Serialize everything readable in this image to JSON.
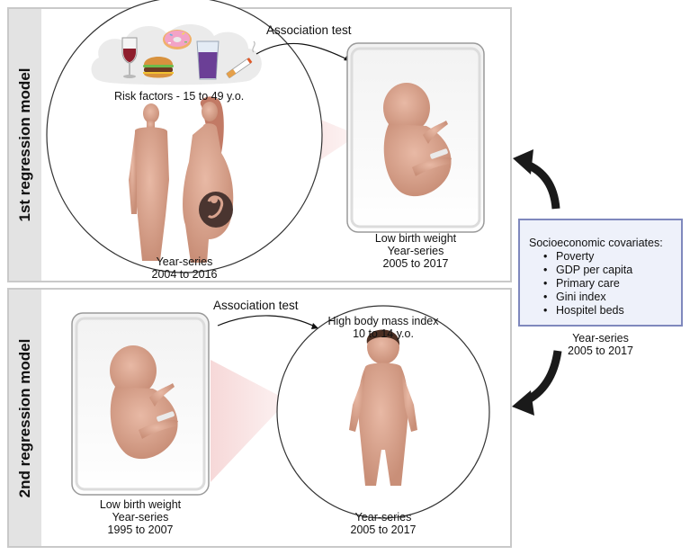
{
  "panel1": {
    "side_label": "1st regression model",
    "association_label": "Association test",
    "risk_label": "Risk factors - 15 to 49 y.o.",
    "left_years_label": "Year-series",
    "left_years_range": "2004 to 2016",
    "right_title": "Low birth weight",
    "right_years_label": "Year-series",
    "right_years_range": "2005 to 2017"
  },
  "panel2": {
    "side_label": "2nd regression model",
    "association_label": "Association test",
    "left_title": "Low birth weight",
    "left_years_label": "Year-series",
    "left_years_range": "1995 to 2007",
    "bmi_title": "High body mass index",
    "bmi_age": "10 to 14 y.o.",
    "right_years_label": "Year-series",
    "right_years_range": "2005 to 2017"
  },
  "covariates": {
    "title": "Socioeconomic covariates:",
    "items": [
      "Poverty",
      "GDP per capita",
      "Primary care",
      "Gini index",
      "Hospitel beds"
    ],
    "years_label": "Year-series",
    "years_range": "2005 to 2017"
  },
  "icons": {
    "risk_icons": [
      "wine-glass-icon",
      "donut-icon",
      "burger-icon",
      "soda-glass-icon",
      "cigarette-icon"
    ],
    "figures": [
      "adult-man-figure",
      "pregnant-woman-figure",
      "fetus-figure",
      "child-figure"
    ]
  },
  "colors": {
    "panel_border": "#c9c9c9",
    "side_bar": "#e3e3e3",
    "box_border": "#7f88bd",
    "box_fill": "#eef1fa",
    "skin": "#d9a48f",
    "projection": "#f6d6d6",
    "arrow": "#111111"
  }
}
